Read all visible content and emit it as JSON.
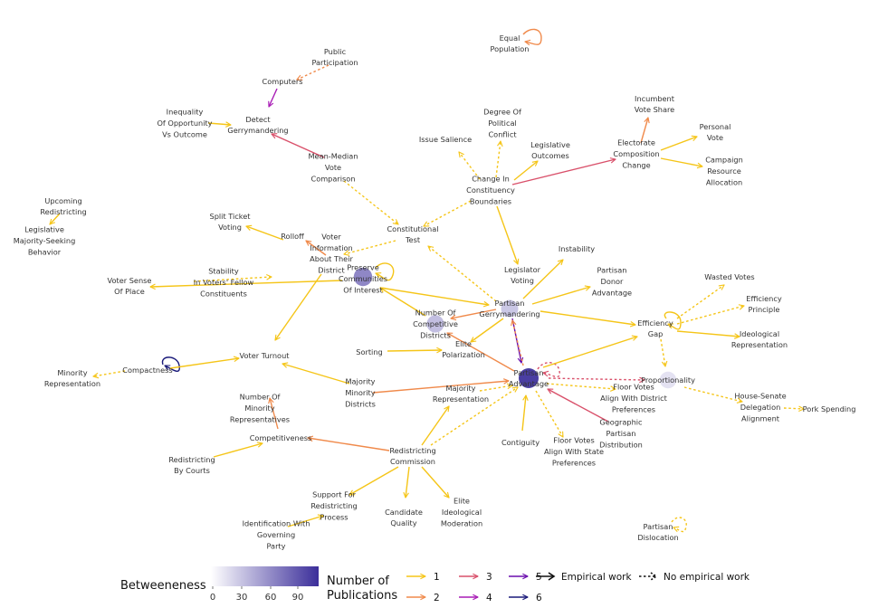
{
  "colors": {
    "1": "#f5c518",
    "2": "#f08a4b",
    "3": "#d9506a",
    "4": "#a81cb5",
    "5": "#6a0dad",
    "6": "#1a1a7a",
    "label": "#333333",
    "betweenness_low": "#f4f3fb",
    "betweenness_high": "#3b2e9a"
  },
  "nodes": [
    {
      "id": "equal_pop",
      "label": [
        "Equal",
        "Population"
      ]
    },
    {
      "id": "public_part",
      "label": [
        "Public",
        "Participation"
      ]
    },
    {
      "id": "computers",
      "label": [
        "Computers"
      ]
    },
    {
      "id": "detect",
      "label": [
        "Detect",
        "Gerrymandering"
      ]
    },
    {
      "id": "inequality",
      "label": [
        "Inequality",
        "Of Opportunity",
        "Vs Outcome"
      ]
    },
    {
      "id": "incumbent",
      "label": [
        "Incumbent",
        "Vote Share"
      ]
    },
    {
      "id": "personal",
      "label": [
        "Personal",
        "Vote"
      ]
    },
    {
      "id": "electorate",
      "label": [
        "Electorate",
        "Composition",
        "Change"
      ]
    },
    {
      "id": "campaign",
      "label": [
        "Campaign",
        "Resource",
        "Allocation"
      ]
    },
    {
      "id": "degree_conflict",
      "label": [
        "Degree Of",
        "Political",
        "Conflict"
      ]
    },
    {
      "id": "issue_sal",
      "label": [
        "Issue Salience"
      ]
    },
    {
      "id": "leg_outcomes",
      "label": [
        "Legislative",
        "Outcomes"
      ]
    },
    {
      "id": "change_const",
      "label": [
        "Change In",
        "Constituency",
        "Boundaries"
      ]
    },
    {
      "id": "mean_median",
      "label": [
        "Mean-Median",
        "Vote",
        "Comparison"
      ]
    },
    {
      "id": "upcoming",
      "label": [
        "Upcoming",
        "Redistricting"
      ]
    },
    {
      "id": "leg_majority",
      "label": [
        "Legislative",
        "Majority-Seeking",
        "Behavior"
      ]
    },
    {
      "id": "split_ticket",
      "label": [
        "Split Ticket",
        "Voting"
      ]
    },
    {
      "id": "rolloff",
      "label": [
        "Rolloff"
      ]
    },
    {
      "id": "voter_info",
      "label": [
        "Voter",
        "Information",
        "About Their",
        "District"
      ]
    },
    {
      "id": "const_test",
      "label": [
        "Constitutional",
        "Test"
      ]
    },
    {
      "id": "instability",
      "label": [
        "Instability"
      ]
    },
    {
      "id": "leg_voting",
      "label": [
        "Legislator",
        "Voting"
      ]
    },
    {
      "id": "donor",
      "label": [
        "Partisan",
        "Donor",
        "Advantage"
      ]
    },
    {
      "id": "wasted",
      "label": [
        "Wasted Votes"
      ]
    },
    {
      "id": "eff_principle",
      "label": [
        "Efficiency",
        "Principle"
      ]
    },
    {
      "id": "voter_sense",
      "label": [
        "Voter Sense",
        "Of Place"
      ]
    },
    {
      "id": "stability",
      "label": [
        "Stability",
        "In Voters' Fellow",
        "Constituents"
      ]
    },
    {
      "id": "preserve",
      "label": [
        "Preserve",
        "Communities",
        "Of Interest"
      ]
    },
    {
      "id": "competitive_districts",
      "label": [
        "Number Of",
        "Competitive",
        "Districts"
      ]
    },
    {
      "id": "partisan_gerry",
      "label": [
        "Partisan",
        "Gerrymandering"
      ]
    },
    {
      "id": "efficiency_gap",
      "label": [
        "Efficiency",
        "Gap"
      ]
    },
    {
      "id": "ideological_rep",
      "label": [
        "Ideological",
        "Representation"
      ]
    },
    {
      "id": "elite_polar",
      "label": [
        "Elite",
        "Polarization"
      ]
    },
    {
      "id": "sorting",
      "label": [
        "Sorting"
      ]
    },
    {
      "id": "compactness",
      "label": [
        "Compactness"
      ]
    },
    {
      "id": "minority_rep",
      "label": [
        "Minority",
        "Representation"
      ]
    },
    {
      "id": "voter_turnout",
      "label": [
        "Voter Turnout"
      ]
    },
    {
      "id": "partisan_adv",
      "label": [
        "Partisan",
        "Advantage"
      ]
    },
    {
      "id": "proportionality",
      "label": [
        "Proportionality"
      ]
    },
    {
      "id": "majority_minority",
      "label": [
        "Majority",
        "Minority",
        "Districts"
      ]
    },
    {
      "id": "majority_rep",
      "label": [
        "Majority",
        "Representation"
      ]
    },
    {
      "id": "floor_district",
      "label": [
        "Floor Votes",
        "Align With District",
        "Preferences"
      ]
    },
    {
      "id": "house_senate",
      "label": [
        "House-Senate",
        "Delegation",
        "Alignment"
      ]
    },
    {
      "id": "pork",
      "label": [
        "Pork Spending"
      ]
    },
    {
      "id": "num_minority",
      "label": [
        "Number Of",
        "Minority",
        "Representatives"
      ]
    },
    {
      "id": "geo_partisan",
      "label": [
        "Geographic",
        "Partisan",
        "Distribution"
      ]
    },
    {
      "id": "contiguity",
      "label": [
        "Contiguity"
      ]
    },
    {
      "id": "floor_state",
      "label": [
        "Floor Votes",
        "Align With State",
        "Preferences"
      ]
    },
    {
      "id": "competitiveness",
      "label": [
        "Competitiveness"
      ]
    },
    {
      "id": "redistricting_comm",
      "label": [
        "Redistricting",
        "Commission"
      ]
    },
    {
      "id": "by_courts",
      "label": [
        "Redistricting",
        "By Courts"
      ]
    },
    {
      "id": "support_process",
      "label": [
        "Support For",
        "Redistricting",
        "Process"
      ]
    },
    {
      "id": "candidate_quality",
      "label": [
        "Candidate",
        "Quality"
      ]
    },
    {
      "id": "elite_ideo",
      "label": [
        "Elite",
        "Ideological",
        "Moderation"
      ]
    },
    {
      "id": "id_governing",
      "label": [
        "Identification With",
        "Governing",
        "Party"
      ]
    },
    {
      "id": "partisan_disloc",
      "label": [
        "Partisan",
        "Dislocation"
      ]
    }
  ],
  "bubbles": [
    {
      "node": "preserve",
      "betweenness": 60
    },
    {
      "node": "competitive_districts",
      "betweenness": 30
    },
    {
      "node": "partisan_gerry",
      "betweenness": 25
    },
    {
      "node": "partisan_adv",
      "betweenness": 100
    },
    {
      "node": "proportionality",
      "betweenness": 10
    }
  ],
  "edges": [
    {
      "from": "equal_pop",
      "to": "equal_pop",
      "n": 2,
      "type": "empirical"
    },
    {
      "from": "public_part",
      "to": "computers",
      "n": 2,
      "type": "no_empirical"
    },
    {
      "from": "computers",
      "to": "detect",
      "n": 4,
      "type": "empirical"
    },
    {
      "from": "mean_median",
      "to": "detect",
      "n": 3,
      "type": "empirical"
    },
    {
      "from": "inequality",
      "to": "detect",
      "n": 1,
      "type": "empirical"
    },
    {
      "from": "mean_median",
      "to": "const_test",
      "n": 1,
      "type": "no_empirical"
    },
    {
      "from": "upcoming",
      "to": "leg_majority",
      "n": 1,
      "type": "empirical"
    },
    {
      "from": "electorate",
      "to": "incumbent",
      "n": 2,
      "type": "empirical"
    },
    {
      "from": "electorate",
      "to": "personal",
      "n": 1,
      "type": "empirical"
    },
    {
      "from": "electorate",
      "to": "campaign",
      "n": 1,
      "type": "empirical"
    },
    {
      "from": "change_const",
      "to": "electorate",
      "n": 3,
      "type": "empirical"
    },
    {
      "from": "change_const",
      "to": "leg_outcomes",
      "n": 1,
      "type": "empirical"
    },
    {
      "from": "change_const",
      "to": "degree_conflict",
      "n": 1,
      "type": "no_empirical"
    },
    {
      "from": "change_const",
      "to": "issue_sal",
      "n": 1,
      "type": "no_empirical"
    },
    {
      "from": "change_const",
      "to": "const_test",
      "n": 1,
      "type": "no_empirical"
    },
    {
      "from": "change_const",
      "to": "leg_voting",
      "n": 1,
      "type": "empirical"
    },
    {
      "from": "const_test",
      "to": "voter_info",
      "n": 1,
      "type": "no_empirical"
    },
    {
      "from": "partisan_gerry",
      "to": "const_test",
      "n": 1,
      "type": "no_empirical"
    },
    {
      "from": "rolloff",
      "to": "split_ticket",
      "n": 1,
      "type": "empirical"
    },
    {
      "from": "voter_info",
      "to": "rolloff",
      "n": 2,
      "type": "empirical"
    },
    {
      "from": "voter_info",
      "to": "voter_turnout",
      "n": 1,
      "type": "empirical"
    },
    {
      "from": "preserve",
      "to": "preserve",
      "n": 1,
      "type": "empirical"
    },
    {
      "from": "preserve",
      "to": "voter_sense",
      "n": 1,
      "type": "empirical"
    },
    {
      "from": "preserve",
      "to": "partisan_gerry",
      "n": 1,
      "type": "empirical"
    },
    {
      "from": "competitive_districts",
      "to": "preserve",
      "n": 1,
      "type": "empirical"
    },
    {
      "from": "partisan_gerry",
      "to": "instability",
      "n": 1,
      "type": "empirical"
    },
    {
      "from": "partisan_gerry",
      "to": "donor",
      "n": 1,
      "type": "empirical"
    },
    {
      "from": "partisan_gerry",
      "to": "efficiency_gap",
      "n": 1,
      "type": "empirical"
    },
    {
      "from": "partisan_gerry",
      "to": "partisan_adv",
      "n": 5,
      "type": "empirical"
    },
    {
      "from": "partisan_gerry",
      "to": "competitive_districts",
      "n": 2,
      "type": "empirical"
    },
    {
      "from": "partisan_gerry",
      "to": "elite_polar",
      "n": 1,
      "type": "empirical"
    },
    {
      "from": "partisan_adv",
      "to": "partisan_gerry",
      "n": 2,
      "type": "no_empirical"
    },
    {
      "from": "efficiency_gap",
      "to": "efficiency_gap",
      "n": 1,
      "type": "empirical"
    },
    {
      "from": "efficiency_gap",
      "to": "wasted",
      "n": 1,
      "type": "no_empirical"
    },
    {
      "from": "efficiency_gap",
      "to": "eff_principle",
      "n": 1,
      "type": "no_empirical"
    },
    {
      "from": "efficiency_gap",
      "to": "ideological_rep",
      "n": 1,
      "type": "empirical"
    },
    {
      "from": "efficiency_gap",
      "to": "proportionality",
      "n": 1,
      "type": "no_empirical"
    },
    {
      "from": "sorting",
      "to": "elite_polar",
      "n": 1,
      "type": "empirical"
    },
    {
      "from": "compactness",
      "to": "compactness",
      "n": 6,
      "type": "empirical"
    },
    {
      "from": "compactness",
      "to": "minority_rep",
      "n": 1,
      "type": "no_empirical"
    },
    {
      "from": "compactness",
      "to": "voter_turnout",
      "n": 1,
      "type": "empirical"
    },
    {
      "from": "partisan_adv",
      "to": "partisan_adv",
      "n": 3,
      "type": "no_empirical"
    },
    {
      "from": "partisan_adv",
      "to": "proportionality",
      "n": 3,
      "type": "no_empirical"
    },
    {
      "from": "partisan_adv",
      "to": "efficiency_gap",
      "n": 1,
      "type": "empirical"
    },
    {
      "from": "partisan_adv",
      "to": "floor_district",
      "n": 1,
      "type": "no_empirical"
    },
    {
      "from": "partisan_adv",
      "to": "floor_state",
      "n": 1,
      "type": "no_empirical"
    },
    {
      "from": "partisan_adv",
      "to": "competitive_districts",
      "n": 2,
      "type": "empirical"
    },
    {
      "from": "geo_partisan",
      "to": "partisan_adv",
      "n": 3,
      "type": "empirical"
    },
    {
      "from": "contiguity",
      "to": "partisan_adv",
      "n": 1,
      "type": "empirical"
    },
    {
      "from": "majority_minority",
      "to": "partisan_adv",
      "n": 2,
      "type": "empirical"
    },
    {
      "from": "majority_minority",
      "to": "voter_turnout",
      "n": 1,
      "type": "empirical"
    },
    {
      "from": "majority_rep",
      "to": "partisan_adv",
      "n": 1,
      "type": "no_empirical"
    },
    {
      "from": "proportionality",
      "to": "house_senate",
      "n": 1,
      "type": "no_empirical"
    },
    {
      "from": "house_senate",
      "to": "pork",
      "n": 1,
      "type": "no_empirical"
    },
    {
      "from": "competitiveness",
      "to": "num_minority",
      "n": 2,
      "type": "empirical"
    },
    {
      "from": "redistricting_comm",
      "to": "competitiveness",
      "n": 2,
      "type": "empirical"
    },
    {
      "from": "redistricting_comm",
      "to": "majority_rep",
      "n": 1,
      "type": "empirical"
    },
    {
      "from": "redistricting_comm",
      "to": "partisan_adv",
      "n": 1,
      "type": "no_empirical"
    },
    {
      "from": "redistricting_comm",
      "to": "support_process",
      "n": 1,
      "type": "empirical"
    },
    {
      "from": "redistricting_comm",
      "to": "candidate_quality",
      "n": 1,
      "type": "empirical"
    },
    {
      "from": "redistricting_comm",
      "to": "elite_ideo",
      "n": 1,
      "type": "empirical"
    },
    {
      "from": "by_courts",
      "to": "competitiveness",
      "n": 1,
      "type": "empirical"
    },
    {
      "from": "id_governing",
      "to": "support_process",
      "n": 1,
      "type": "empirical"
    },
    {
      "from": "stability",
      "to": "split_ticket",
      "n": 1,
      "type": "no_empirical"
    },
    {
      "from": "partisan_disloc",
      "to": "partisan_disloc",
      "n": 1,
      "type": "no_empirical"
    }
  ],
  "legend": {
    "betweenness_title": "Betweeneness",
    "betweenness_ticks": [
      "0",
      "30",
      "60",
      "90"
    ],
    "publications_title": [
      "Number of",
      "Publications"
    ],
    "publication_counts": [
      "1",
      "2",
      "3",
      "4",
      "5",
      "6"
    ],
    "empirical_label": "Empirical work",
    "no_empirical_label": "No empirical work"
  }
}
